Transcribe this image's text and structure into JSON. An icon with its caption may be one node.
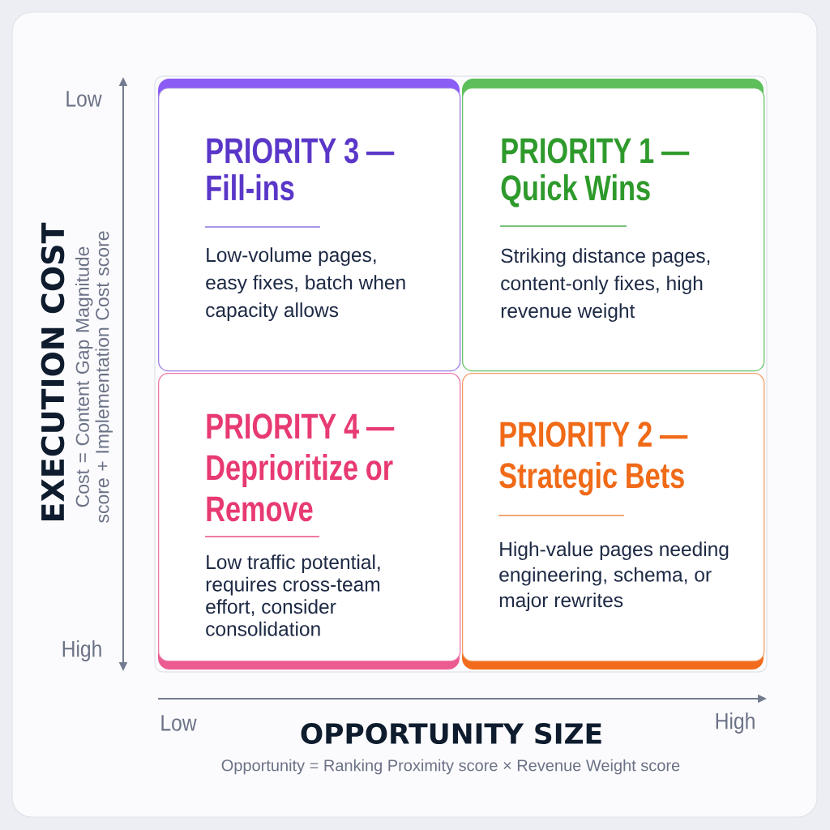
{
  "diagram": {
    "nodes": [
      {
        "text": [
          "PRIORITY 3 — Fill-ins",
          "Low-volume pages, easy fixes, batch when capacity allows"
        ]
      },
      {
        "text": [
          "PRIORITY 1 — Quick Wins",
          "Striking distance pages, content-only fixes, high revenue weight"
        ]
      },
      {
        "text": [
          "PRIORITY 4 — Deprioritize or Remove",
          "Low traffic potential, requires cross-team effort, consider consolidation"
        ]
      },
      {
        "text": [
          "PRIORITY 2 — Strategic Bets",
          "High-value pages needing engineering, schema, or major rewrites"
        ]
      }
    ],
    "labels": [
      "Low",
      "EXECUTION COST",
      "Cost = Content Gap Magnitude score + Implementation Cost score",
      "High",
      "Low",
      "High",
      "OPPORTUNITY SIZE",
      "Opportunity = Ranking Proximity score × Revenue Weight score"
    ]
  }
}
